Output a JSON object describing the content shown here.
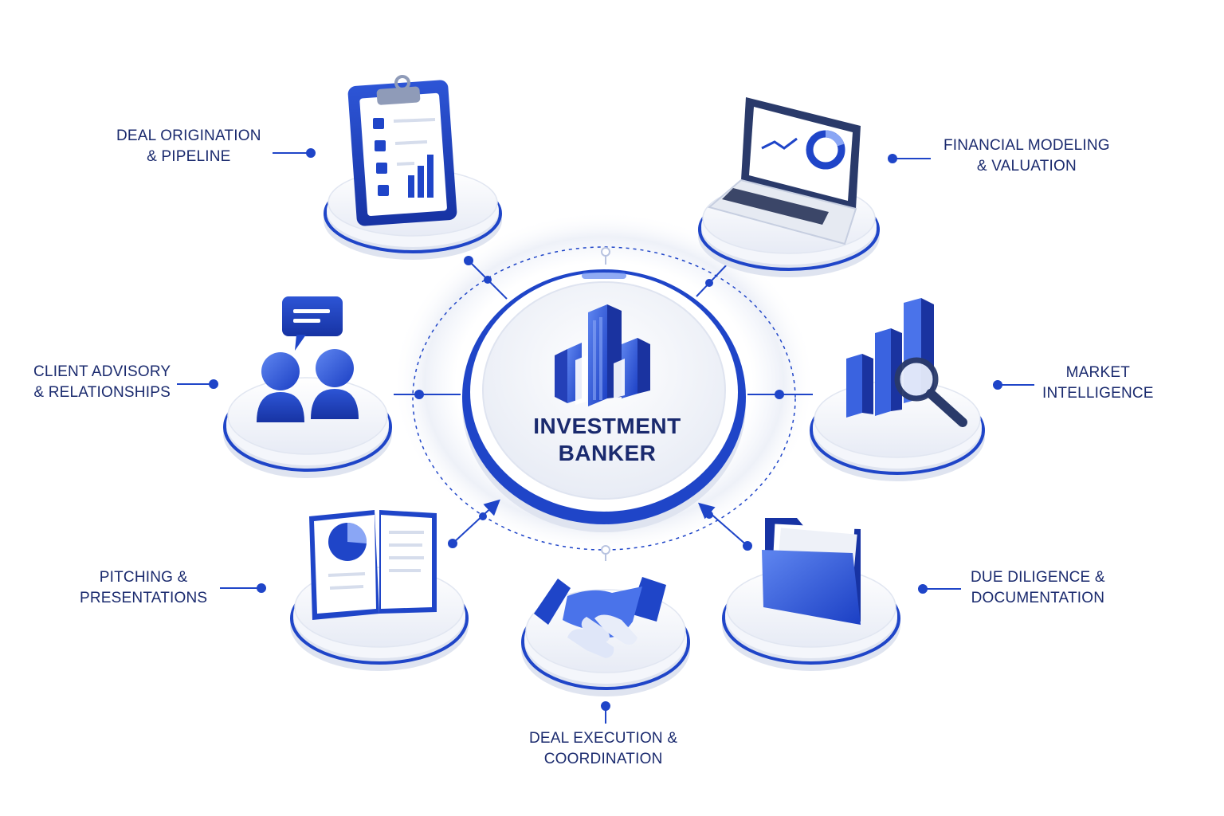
{
  "center": {
    "line1": "INVESTMENT",
    "line2": "BANKER",
    "icon": "city-buildings-icon"
  },
  "functions": [
    {
      "id": "deal-origination",
      "line1": "DEAL ORIGINATION",
      "line2": "& PIPELINE",
      "icon": "clipboard-checklist-icon"
    },
    {
      "id": "financial-modeling",
      "line1": "FINANCIAL MODELING",
      "line2": "& VALUATION",
      "icon": "laptop-chart-icon"
    },
    {
      "id": "client-advisory",
      "line1": "CLIENT ADVISORY",
      "line2": "& RELATIONSHIPS",
      "icon": "people-chat-icon"
    },
    {
      "id": "market-intelligence",
      "line1": "MARKET",
      "line2": "INTELLIGENCE",
      "icon": "bar-chart-magnifier-icon"
    },
    {
      "id": "pitching",
      "line1": "PITCHING &",
      "line2": "PRESENTATIONS",
      "icon": "open-book-chart-icon"
    },
    {
      "id": "due-diligence",
      "line1": "DUE DILIGENCE &",
      "line2": "DOCUMENTATION",
      "icon": "folder-documents-icon"
    },
    {
      "id": "deal-execution",
      "line1": "DEAL EXECUTION &",
      "line2": "COORDINATION",
      "icon": "handshake-icon"
    }
  ],
  "colors": {
    "primary": "#1f45c8",
    "dark": "#1a2a6e",
    "light": "#5f86f0",
    "platform": "#eef1f8"
  }
}
